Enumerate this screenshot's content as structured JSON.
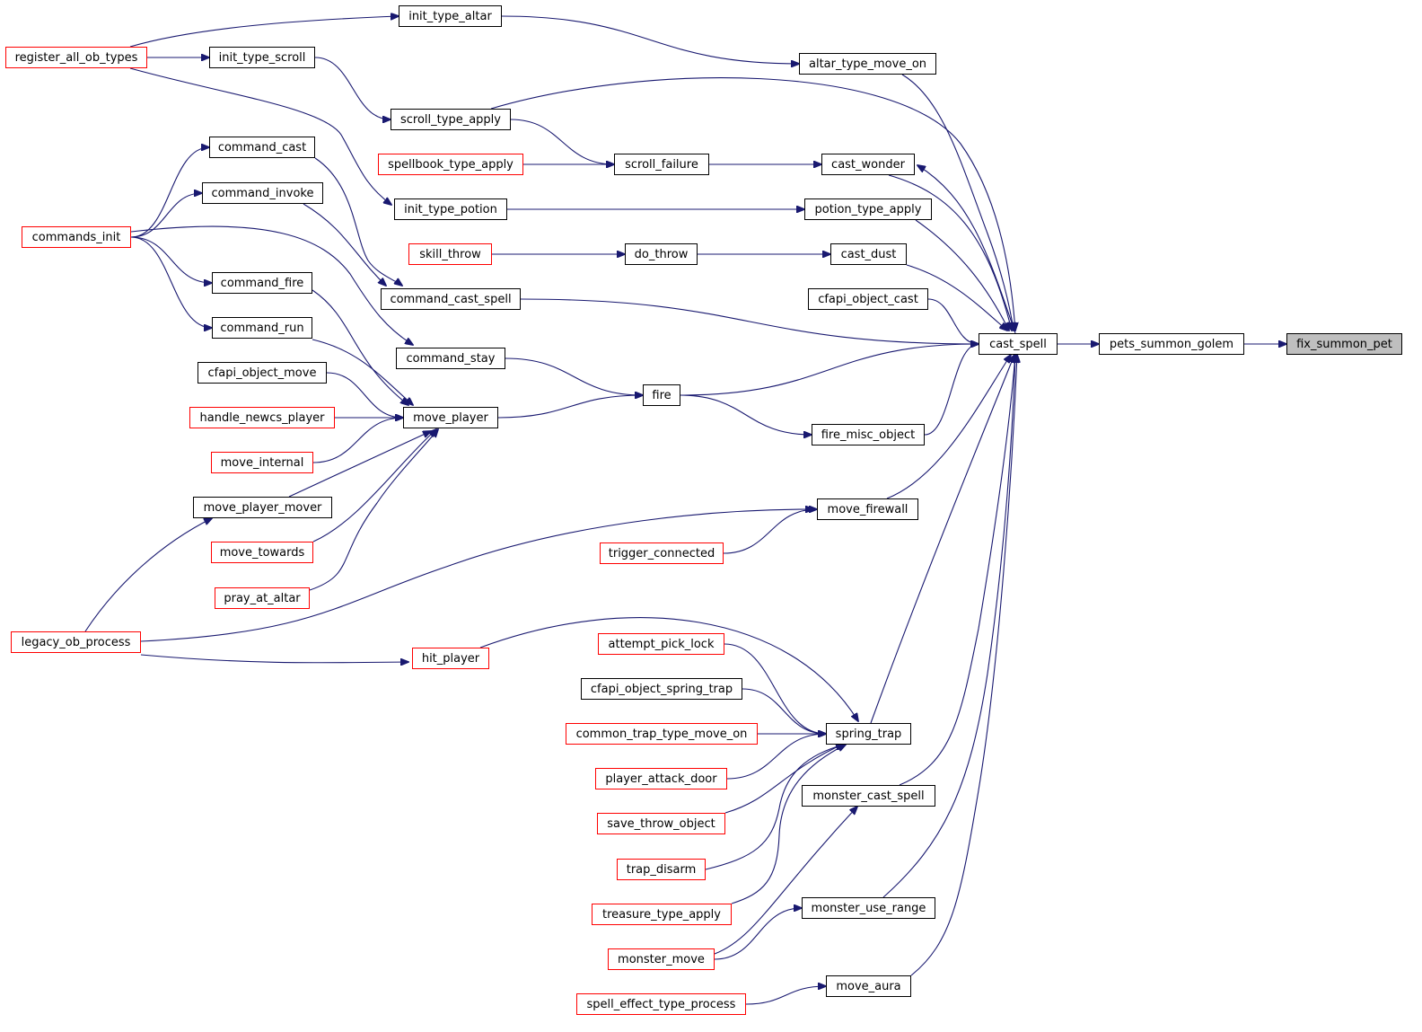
{
  "graph": {
    "edge_color": "#191970",
    "node_border_colors": {
      "normal": "#000000",
      "truncated": "#ff0000"
    },
    "focus_fill": "#bfbfbf",
    "nodes": {
      "register_all_ob_types": {
        "label": "register_all_ob_types",
        "style": "red"
      },
      "commands_init": {
        "label": "commands_init",
        "style": "red"
      },
      "legacy_ob_process": {
        "label": "legacy_ob_process",
        "style": "red"
      },
      "init_type_altar": {
        "label": "init_type_altar",
        "style": "normal"
      },
      "init_type_scroll": {
        "label": "init_type_scroll",
        "style": "normal"
      },
      "command_cast": {
        "label": "command_cast",
        "style": "normal"
      },
      "command_invoke": {
        "label": "command_invoke",
        "style": "normal"
      },
      "command_fire": {
        "label": "command_fire",
        "style": "normal"
      },
      "command_run": {
        "label": "command_run",
        "style": "normal"
      },
      "cfapi_object_move": {
        "label": "cfapi_object_move",
        "style": "normal"
      },
      "handle_newcs_player": {
        "label": "handle_newcs_player",
        "style": "red"
      },
      "move_internal": {
        "label": "move_internal",
        "style": "red"
      },
      "move_player_mover": {
        "label": "move_player_mover",
        "style": "normal"
      },
      "move_towards": {
        "label": "move_towards",
        "style": "red"
      },
      "pray_at_altar": {
        "label": "pray_at_altar",
        "style": "red"
      },
      "scroll_type_apply": {
        "label": "scroll_type_apply",
        "style": "normal"
      },
      "spellbook_type_apply": {
        "label": "spellbook_type_apply",
        "style": "red"
      },
      "init_type_potion": {
        "label": "init_type_potion",
        "style": "normal"
      },
      "skill_throw": {
        "label": "skill_throw",
        "style": "red"
      },
      "command_cast_spell": {
        "label": "command_cast_spell",
        "style": "normal"
      },
      "command_stay": {
        "label": "command_stay",
        "style": "normal"
      },
      "move_player": {
        "label": "move_player",
        "style": "normal"
      },
      "hit_player": {
        "label": "hit_player",
        "style": "red"
      },
      "scroll_failure": {
        "label": "scroll_failure",
        "style": "normal"
      },
      "do_throw": {
        "label": "do_throw",
        "style": "normal"
      },
      "fire": {
        "label": "fire",
        "style": "normal"
      },
      "trigger_connected": {
        "label": "trigger_connected",
        "style": "red"
      },
      "attempt_pick_lock": {
        "label": "attempt_pick_lock",
        "style": "red"
      },
      "cfapi_object_spring_trap": {
        "label": "cfapi_object_spring_trap",
        "style": "normal"
      },
      "common_trap_type_move_on": {
        "label": "common_trap_type_move_on",
        "style": "red"
      },
      "player_attack_door": {
        "label": "player_attack_door",
        "style": "red"
      },
      "save_throw_object": {
        "label": "save_throw_object",
        "style": "red"
      },
      "trap_disarm": {
        "label": "trap_disarm",
        "style": "red"
      },
      "treasure_type_apply": {
        "label": "treasure_type_apply",
        "style": "red"
      },
      "monster_move": {
        "label": "monster_move",
        "style": "red"
      },
      "spell_effect_type_process": {
        "label": "spell_effect_type_process",
        "style": "red"
      },
      "altar_type_move_on": {
        "label": "altar_type_move_on",
        "style": "normal"
      },
      "cast_wonder": {
        "label": "cast_wonder",
        "style": "normal"
      },
      "potion_type_apply": {
        "label": "potion_type_apply",
        "style": "normal"
      },
      "cast_dust": {
        "label": "cast_dust",
        "style": "normal"
      },
      "cfapi_object_cast": {
        "label": "cfapi_object_cast",
        "style": "normal"
      },
      "fire_misc_object": {
        "label": "fire_misc_object",
        "style": "normal"
      },
      "move_firewall": {
        "label": "move_firewall",
        "style": "normal"
      },
      "spring_trap": {
        "label": "spring_trap",
        "style": "normal"
      },
      "monster_cast_spell": {
        "label": "monster_cast_spell",
        "style": "normal"
      },
      "monster_use_range": {
        "label": "monster_use_range",
        "style": "normal"
      },
      "move_aura": {
        "label": "move_aura",
        "style": "normal"
      },
      "cast_spell": {
        "label": "cast_spell",
        "style": "normal"
      },
      "pets_summon_golem": {
        "label": "pets_summon_golem",
        "style": "normal"
      },
      "fix_summon_pet": {
        "label": "fix_summon_pet",
        "style": "focus"
      }
    },
    "edges": [
      [
        "register_all_ob_types",
        "init_type_altar"
      ],
      [
        "register_all_ob_types",
        "init_type_scroll"
      ],
      [
        "register_all_ob_types",
        "init_type_potion"
      ],
      [
        "commands_init",
        "command_cast"
      ],
      [
        "commands_init",
        "command_invoke"
      ],
      [
        "commands_init",
        "command_fire"
      ],
      [
        "commands_init",
        "command_run"
      ],
      [
        "commands_init",
        "command_stay"
      ],
      [
        "legacy_ob_process",
        "move_player_mover"
      ],
      [
        "legacy_ob_process",
        "move_firewall"
      ],
      [
        "legacy_ob_process",
        "hit_player"
      ],
      [
        "init_type_altar",
        "altar_type_move_on"
      ],
      [
        "init_type_scroll",
        "scroll_type_apply"
      ],
      [
        "init_type_potion",
        "potion_type_apply"
      ],
      [
        "command_cast",
        "command_cast_spell"
      ],
      [
        "command_invoke",
        "command_cast_spell"
      ],
      [
        "command_fire",
        "move_player"
      ],
      [
        "command_run",
        "move_player"
      ],
      [
        "cfapi_object_move",
        "move_player"
      ],
      [
        "handle_newcs_player",
        "move_player"
      ],
      [
        "move_internal",
        "move_player"
      ],
      [
        "move_player_mover",
        "move_player"
      ],
      [
        "move_towards",
        "move_player"
      ],
      [
        "pray_at_altar",
        "move_player"
      ],
      [
        "scroll_type_apply",
        "scroll_failure"
      ],
      [
        "scroll_type_apply",
        "cast_spell"
      ],
      [
        "spellbook_type_apply",
        "scroll_failure"
      ],
      [
        "skill_throw",
        "do_throw"
      ],
      [
        "command_cast_spell",
        "cast_spell"
      ],
      [
        "command_stay",
        "fire"
      ],
      [
        "move_player",
        "fire"
      ],
      [
        "hit_player",
        "spring_trap"
      ],
      [
        "scroll_failure",
        "cast_wonder"
      ],
      [
        "do_throw",
        "cast_dust"
      ],
      [
        "fire",
        "fire_misc_object"
      ],
      [
        "fire",
        "cast_spell"
      ],
      [
        "trigger_connected",
        "move_firewall"
      ],
      [
        "attempt_pick_lock",
        "spring_trap"
      ],
      [
        "cfapi_object_spring_trap",
        "spring_trap"
      ],
      [
        "common_trap_type_move_on",
        "spring_trap"
      ],
      [
        "player_attack_door",
        "spring_trap"
      ],
      [
        "save_throw_object",
        "spring_trap"
      ],
      [
        "trap_disarm",
        "spring_trap"
      ],
      [
        "treasure_type_apply",
        "spring_trap"
      ],
      [
        "monster_move",
        "monster_cast_spell"
      ],
      [
        "monster_move",
        "monster_use_range"
      ],
      [
        "spell_effect_type_process",
        "move_aura"
      ],
      [
        "altar_type_move_on",
        "cast_spell"
      ],
      [
        "cast_wonder",
        "cast_spell"
      ],
      [
        "cast_spell",
        "cast_wonder"
      ],
      [
        "potion_type_apply",
        "cast_spell"
      ],
      [
        "cast_dust",
        "cast_spell"
      ],
      [
        "cfapi_object_cast",
        "cast_spell"
      ],
      [
        "fire_misc_object",
        "cast_spell"
      ],
      [
        "move_firewall",
        "cast_spell"
      ],
      [
        "spring_trap",
        "cast_spell"
      ],
      [
        "monster_cast_spell",
        "cast_spell"
      ],
      [
        "monster_use_range",
        "cast_spell"
      ],
      [
        "move_aura",
        "cast_spell"
      ],
      [
        "cast_spell",
        "pets_summon_golem"
      ],
      [
        "pets_summon_golem",
        "fix_summon_pet"
      ]
    ]
  }
}
